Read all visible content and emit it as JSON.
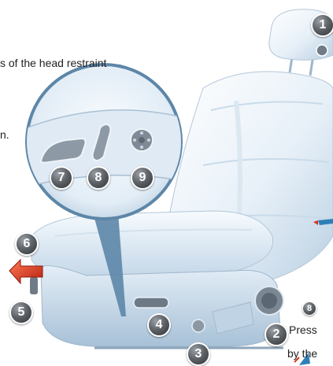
{
  "text": {
    "line_head_restraint": "s of the head restraint",
    "line_n": "n.",
    "line_press": "Press",
    "line_by_the": "by the"
  },
  "callouts": {
    "b1": "1",
    "b2": "2",
    "b3": "3",
    "b4": "4",
    "b5": "5",
    "b6": "6",
    "b7": "7",
    "b8": "8",
    "b9": "9",
    "b8_small": "8"
  },
  "colors": {
    "seat_light": "#eef5fb",
    "seat_mid": "#cfe0ee",
    "seat_shadow": "#a9c2d8",
    "magnifier_ring": "#5d86a8",
    "badge_dark": "#4a4e53",
    "arrow_red": "#d9331f",
    "accent_blue": "#2f7fb6"
  },
  "icons": [
    "seat-illustration",
    "magnifier-lens",
    "seat-control-icon",
    "red-direction-arrow"
  ]
}
